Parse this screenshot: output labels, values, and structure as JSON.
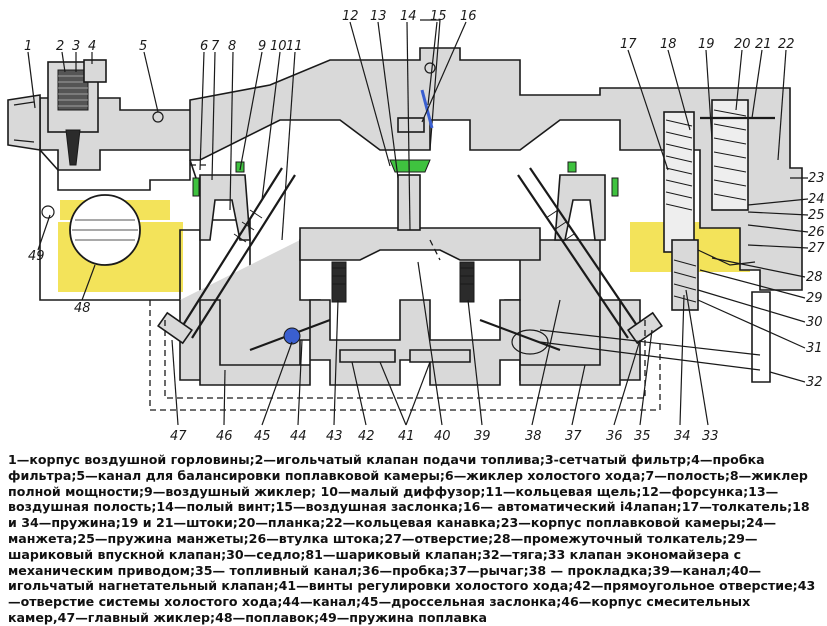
{
  "callouts": {
    "n1": "1",
    "n2": "2",
    "n3": "3",
    "n4": "4",
    "n5": "5",
    "n6": "6",
    "n7": "7",
    "n8": "8",
    "n9": "9",
    "n10": "10",
    "n11": "11",
    "n12": "12",
    "n13": "13",
    "n14": "14",
    "n15": "15",
    "n16": "16",
    "n17": "17",
    "n18": "18",
    "n19": "19",
    "n20": "20",
    "n21": "21",
    "n22": "22",
    "n23": "23",
    "n24": "24",
    "n25": "25",
    "n26": "26",
    "n27": "27",
    "n28": "28",
    "n29": "29",
    "n30": "30",
    "n31": "31",
    "n32": "32",
    "n33": "33",
    "n34": "34",
    "n35": "35",
    "n36": "36",
    "n37": "37",
    "n38": "38",
    "n39": "39",
    "n40": "40",
    "n41": "41",
    "n42": "42",
    "n43": "43",
    "n44": "44",
    "n45": "45",
    "n46": "46",
    "n47": "47",
    "n48": "48",
    "n49": "49"
  },
  "colors": {
    "fuel": "#f3e35a",
    "valve_green": "#3fc23f",
    "ball_blue": "#3a5fd0"
  },
  "legend": {
    "text": "1—корпус воздушной горловины;2—игольчатый клапан подачи топлива;3-сетчатый фильтр;4—пробка фильтра;5—канал для балансировки поплавковой камеры;6—жиклер холостого хода;7—полость;8—жиклер полной мощности;9—воздушный жиклер; 10—малый диффузор;11—кольцевая щель;12—форсунка;13—воздушная полость;14—полый винт;15—воздушная заслонка;16— автоматический і4лапан;17—толкатель;18 и 34—пружина;19 и 21—штоки;20—планка;22—кольцевая канавка;23—корпус поплавковой камеры;24—манжета;25—пружина манжеты;26—втулка штока;27—отверстие;28—промежуточный толкатель;29— шариковый впускной клапан;30—седло;81—шариковый клапан;32—тяга;33 клапан экономайзера с механическим приводом;35— топливный канал;36—пробка;37—рычаг;38 — прокладка;39—канал;40—игольчатый нагнетательный клапан;41—винты регулировки холостого хода;42—прямоугольное отверстие;43—отверстие системы холостого хода;44—канал;45—дроссельная заслонка;46—корпус смесительных камер,47—главный жиклер;48—поплавок;49—пружина поплавка"
  }
}
